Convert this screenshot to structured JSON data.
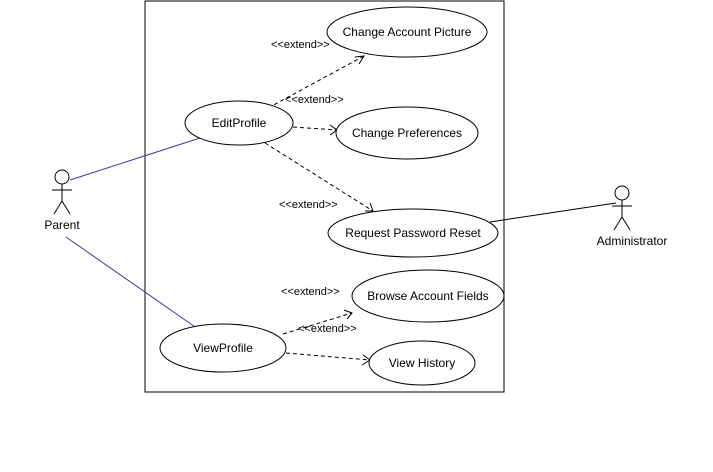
{
  "colors": {
    "line": "#000000",
    "parent_association": "#3a3a9a",
    "admin_association": "#000000",
    "background": "#ffffff"
  },
  "actors": {
    "parent": {
      "label": "Parent"
    },
    "administrator": {
      "label": "Administrator"
    }
  },
  "use_cases": {
    "change_account_picture": "Change Account Picture",
    "edit_profile": "EditProfile",
    "change_preferences": "Change Preferences",
    "request_password_reset": "Request Password Reset",
    "browse_account_fields": "Browse Account Fields",
    "view_profile": "ViewProfile",
    "view_history": "View History"
  },
  "relations": {
    "extend_label": "<<extend>>"
  }
}
